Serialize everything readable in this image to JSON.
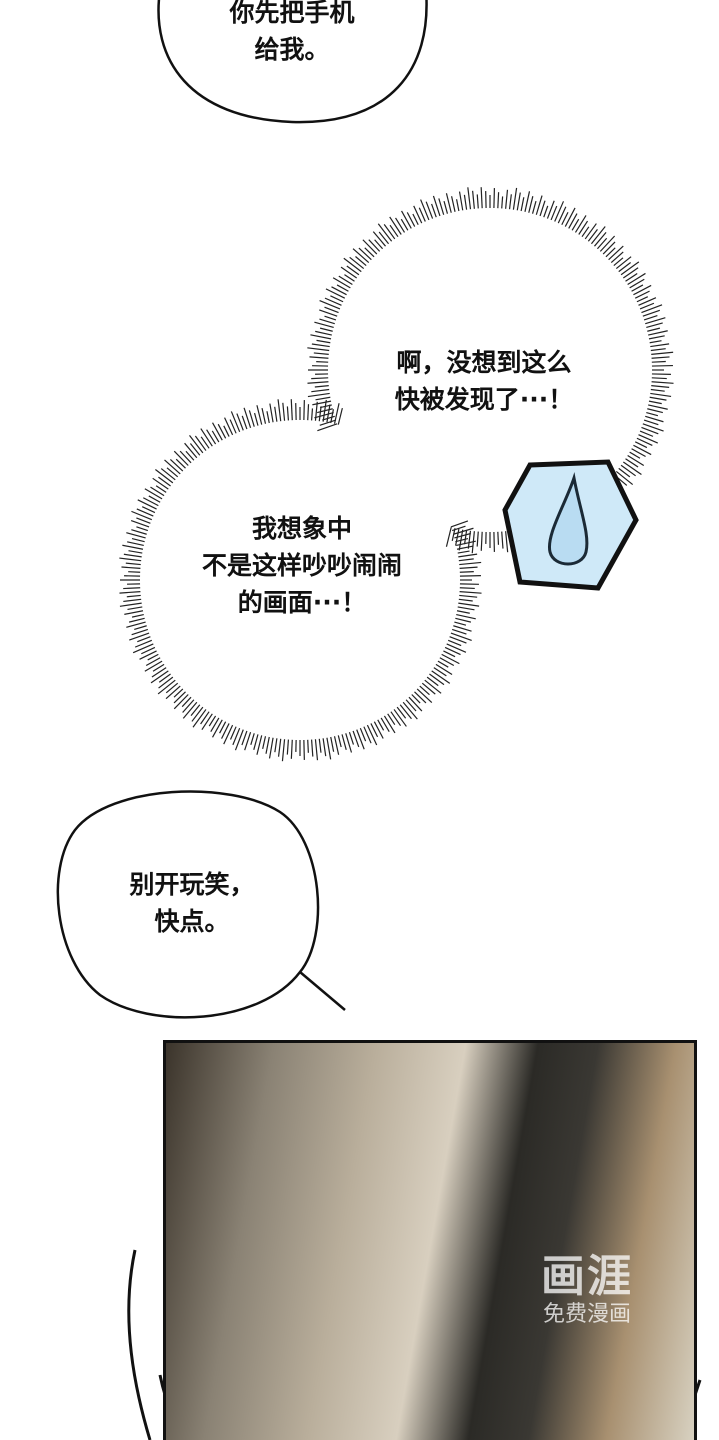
{
  "bubbles": [
    {
      "type": "speech",
      "lines": [
        "你先把手机",
        "给我。"
      ]
    },
    {
      "type": "thought",
      "lines": [
        "啊，没想到这么",
        "快被发现了···！"
      ]
    },
    {
      "type": "thought",
      "lines": [
        "我想象中",
        "不是这样吵吵闹闹",
        "的画面···！"
      ]
    },
    {
      "type": "speech",
      "lines": [
        "别开玩笑，",
        "快点。"
      ]
    }
  ],
  "sweat_icon": {
    "name": "sweat-drop-icon",
    "fill": "#d4ecfa"
  },
  "panel": {
    "description_colors": {
      "border": "#111111"
    }
  },
  "watermark": {
    "logo": "画涯",
    "subtitle": "免费漫画"
  }
}
